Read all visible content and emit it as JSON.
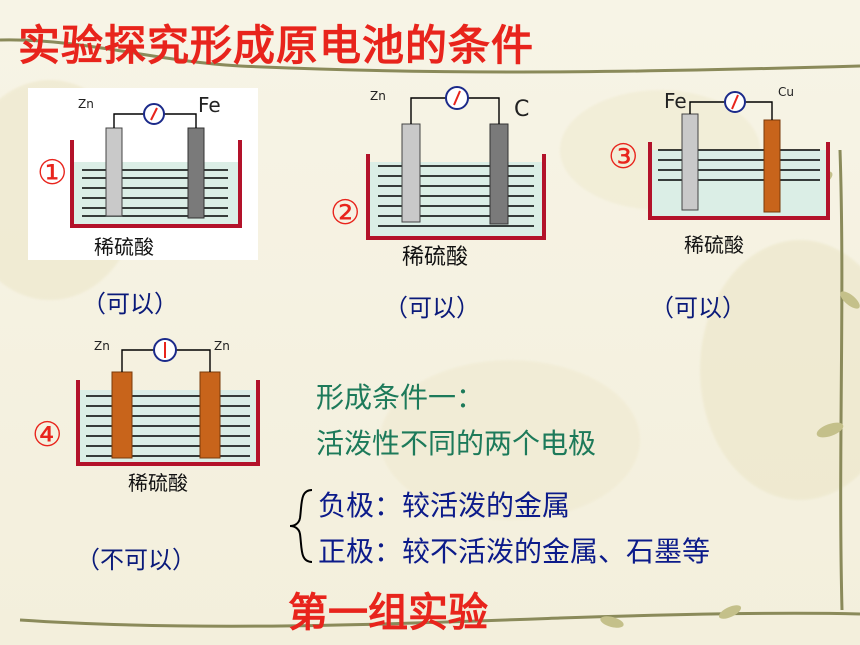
{
  "title": "实验探究形成原电池的条件",
  "experiments": [
    {
      "num": "①",
      "left": "Zn",
      "right": "Fe",
      "solution": "稀硫酸",
      "result": "（可以）"
    },
    {
      "num": "②",
      "left": "Zn",
      "right": "C",
      "solution": "稀硫酸",
      "result": "（可以）"
    },
    {
      "num": "③",
      "left": "Fe",
      "right": "Cu",
      "solution": "稀硫酸",
      "result": "（可以）"
    },
    {
      "num": "④",
      "left": "Zn",
      "right": "Zn",
      "solution": "稀硫酸",
      "result": "（不可以）"
    }
  ],
  "condition": {
    "heading": "形成条件一：",
    "text": "活泼性不同的两个电极",
    "negative": "负极：较活泼的金属",
    "positive": "正极：较不活泼的金属、石墨等"
  },
  "footer": "第一组实验",
  "colors": {
    "title": "#e8241c",
    "number": "#e8241c",
    "green_text": "#1d7a5a",
    "blue_text": "#0c1b8a",
    "beaker": "#b3122a",
    "liquid": "#dbeee6",
    "electrode_gray": "#c9c9c9",
    "electrode_dark": "#7a7a7a",
    "electrode_copper": "#c8641b"
  }
}
